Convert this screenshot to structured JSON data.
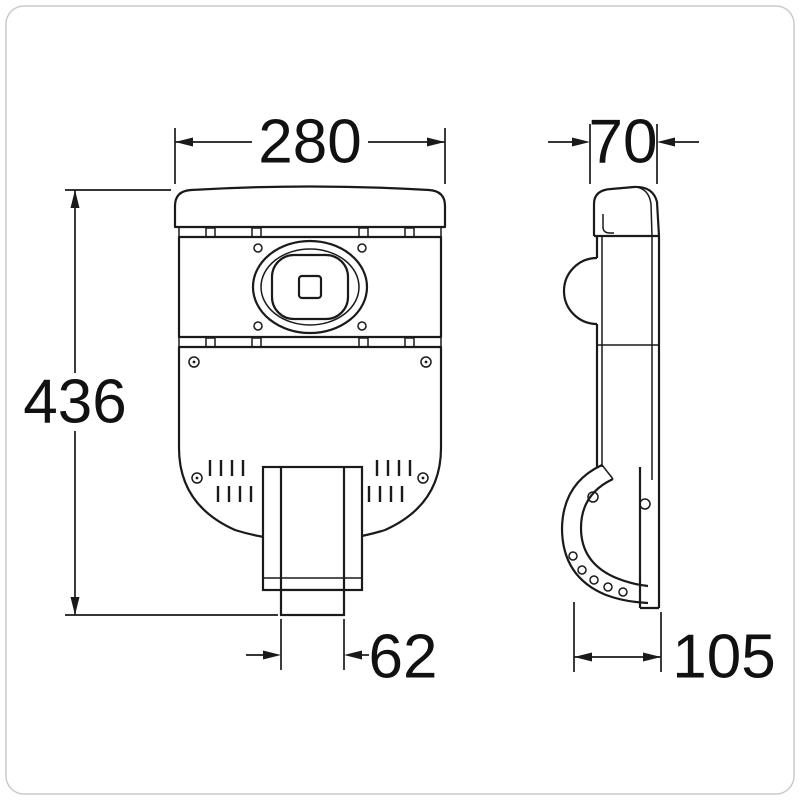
{
  "dimensions": {
    "front_width": "280",
    "side_width": "70",
    "total_height": "436",
    "mount_width": "62",
    "base_depth": "105"
  },
  "colors": {
    "ink": "#1a1a1a",
    "background": "#ffffff",
    "frame": "#c9c9c9"
  }
}
